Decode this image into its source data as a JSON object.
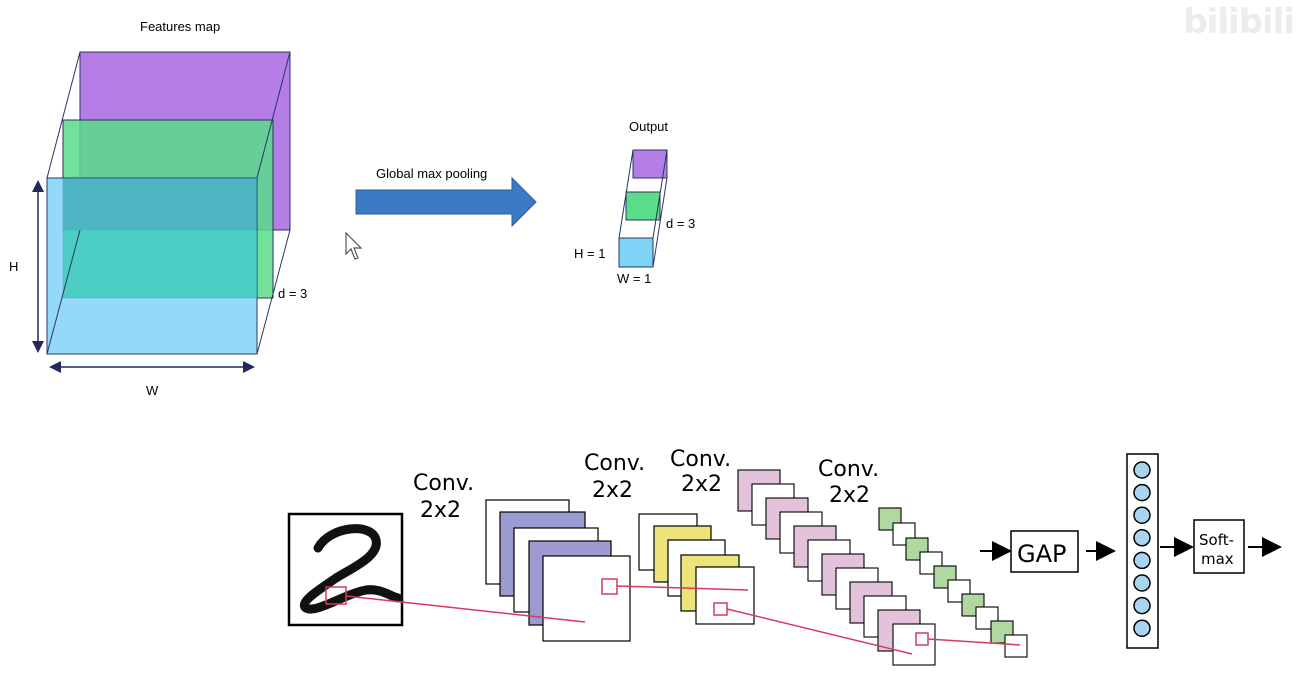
{
  "top": {
    "features_title": "Features map",
    "label_h": "H",
    "label_w": "W",
    "label_d": "d = 3",
    "arrow_label": "Global max pooling",
    "output_title": "Output",
    "out_d": "d = 3",
    "out_h": "H = 1",
    "out_w": "W = 1",
    "colors": {
      "purple": "#b57de6",
      "green": "#5bdc8a",
      "blue": "#7fd3f7",
      "teal": "#36c9b4",
      "arrow": "#3b7bc4"
    }
  },
  "bottom": {
    "conv1": [
      "Conv.",
      "2x2"
    ],
    "conv2": [
      "Conv.",
      "2x2"
    ],
    "conv3": [
      "Conv.",
      "2x2"
    ],
    "conv4": [
      "Conv.",
      "2x2"
    ],
    "gap": "GAP",
    "softmax": [
      "Soft-",
      "max"
    ],
    "input_digit": "2",
    "colors": {
      "lavender": "#9c9bd1",
      "yellow": "#ece37a",
      "pink": "#e3c2dc",
      "green": "#b2d8a2",
      "node": "#a9d4ef",
      "link": "#d63b5b"
    }
  },
  "watermark": "bilibili"
}
